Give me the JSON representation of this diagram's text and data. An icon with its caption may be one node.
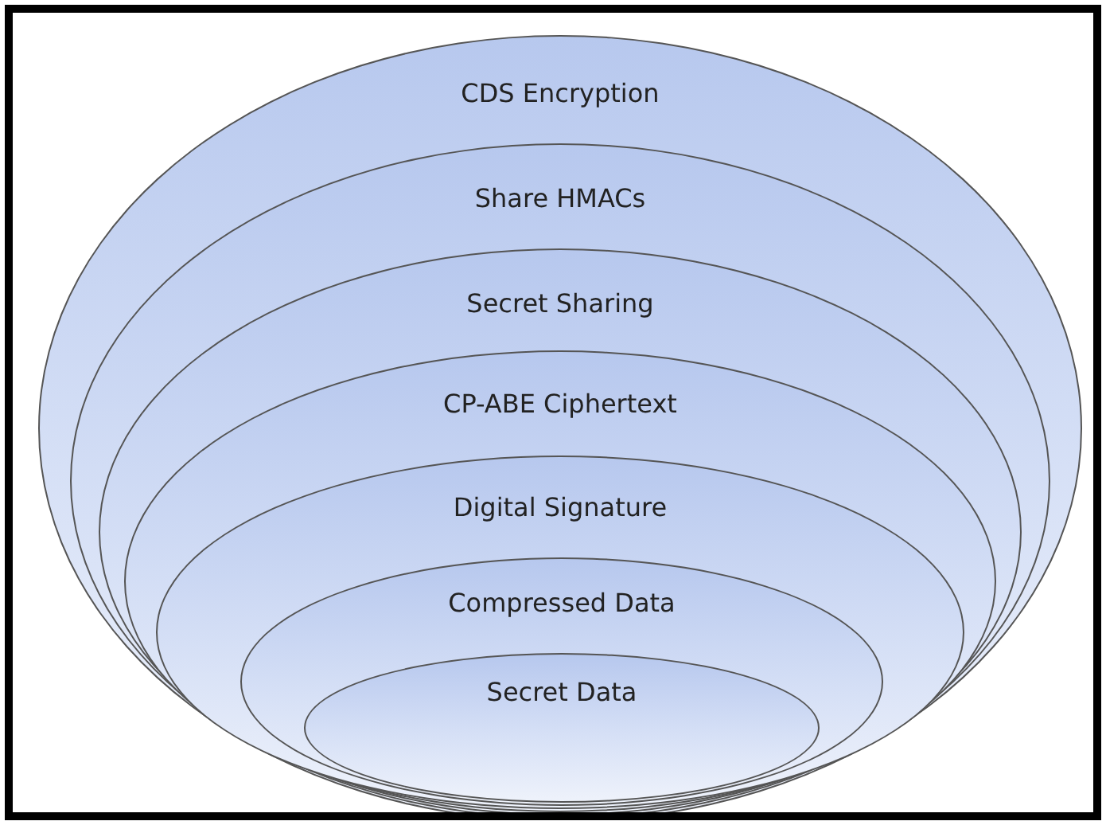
{
  "diagram": {
    "nodes": [
      {
        "text": [
          "CDS Encryption"
        ]
      },
      {
        "text": [
          "Share HMACs"
        ],
        "in": 0
      },
      {
        "text": [
          "Secret Sharing"
        ],
        "in": 1
      },
      {
        "text": [
          "CP-ABE Ciphertext"
        ],
        "in": 2
      },
      {
        "text": [
          "Digital Signature"
        ],
        "in": 3
      },
      {
        "text": [
          "Compressed Data"
        ],
        "in": 4
      },
      {
        "text": [
          "Secret Data"
        ],
        "in": 5
      }
    ]
  }
}
